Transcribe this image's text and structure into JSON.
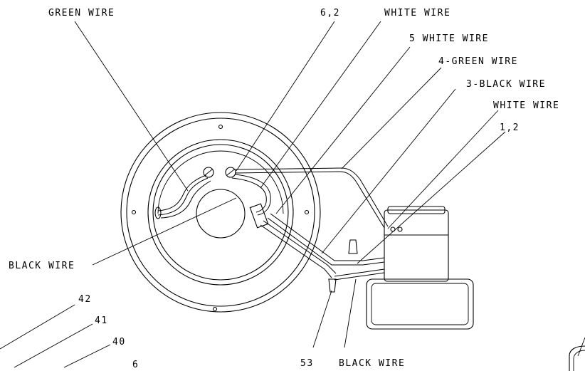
{
  "labels": {
    "green_wire_top": "GREEN WIRE",
    "callout_6_2": "6,2",
    "white_wire_top": "WHITE WIRE",
    "white_wire_5": "5 WHITE WIRE",
    "green_wire_4": "4-GREEN WIRE",
    "black_wire_3": "3-BLACK WIRE",
    "white_wire_right": "WHITE WIRE",
    "callout_1_2": "1,2",
    "black_wire_left": "BLACK WIRE",
    "callout_42": "42",
    "callout_41": "41",
    "callout_40": "40",
    "callout_6_partial": "6",
    "callout_53": "53",
    "black_wire_bottom": "BLACK WIRE"
  }
}
